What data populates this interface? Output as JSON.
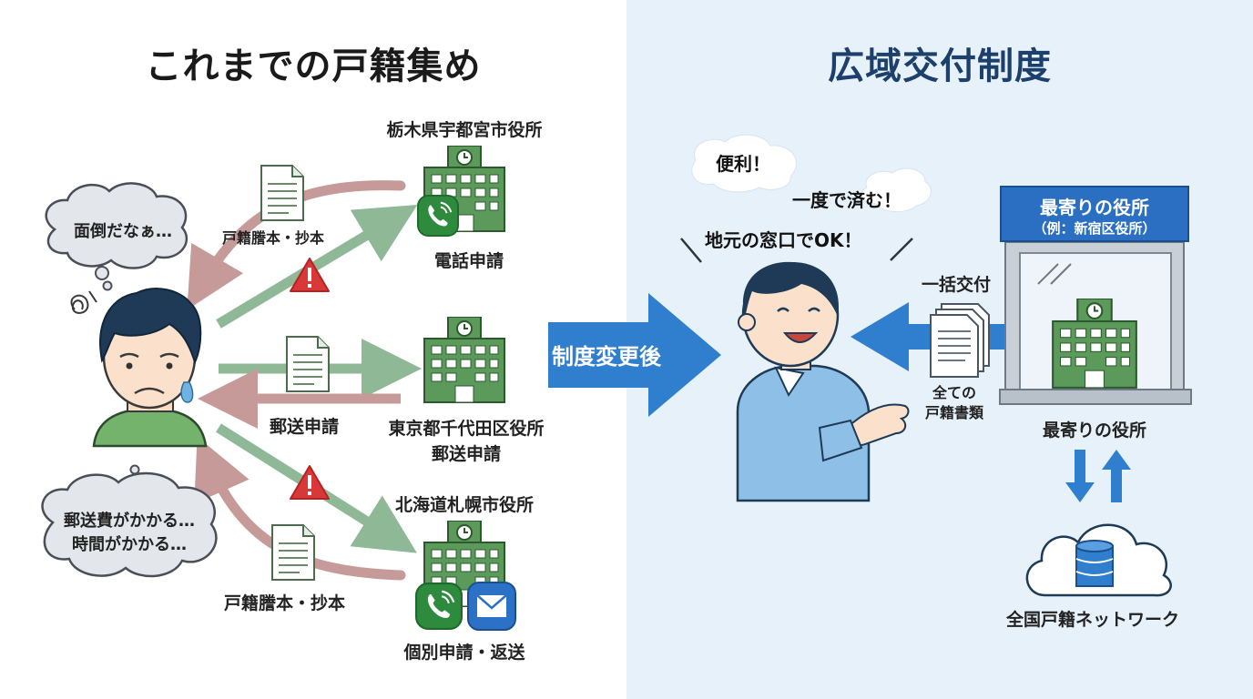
{
  "left": {
    "title": "これまでの戸籍集め",
    "thought_top": "面倒だなぁ…",
    "thought_bottom_line1": "郵送費がかかる…",
    "thought_bottom_line2": "時間がかかる…",
    "office_top": "栃木県宇都宮市役所",
    "office_top_method": "電話申請",
    "office_mid_line1": "東京都千代田区役所",
    "office_mid_line2": "郵送申請",
    "office_bottom": "北海道札幌市役所",
    "office_bottom_method": "個別申請・返送",
    "doc_label_top": "戸籍謄本・抄本",
    "doc_label_mid": "郵送申請",
    "doc_label_bottom": "戸籍謄本・抄本"
  },
  "center": {
    "arrow_label": "制度変更後"
  },
  "right": {
    "title": "広域交付制度",
    "speech1": "便利！",
    "speech2": "一度で済む！",
    "speech3": "地元の窓口でOK！",
    "banner_line1": "最寄りの役所",
    "banner_line2": "（例：新宿区役所）",
    "issue_label": "一括交付",
    "docs_line1": "全ての",
    "docs_line2": "戸籍書類",
    "office_label": "最寄りの役所",
    "network_label": "全国戸籍ネットワーク"
  },
  "colors": {
    "building_green": "#5c9a5c",
    "arrow_green": "#8fb896",
    "arrow_red": "#c79a9a",
    "warning_red": "#d93838",
    "accent_blue": "#2a6fc2",
    "right_bg": "#e7f1fa"
  },
  "icons": [
    "building-icon",
    "phone-icon",
    "mail-icon",
    "document-icon",
    "warning-icon",
    "database-icon",
    "cloud-icon",
    "person-icon"
  ]
}
